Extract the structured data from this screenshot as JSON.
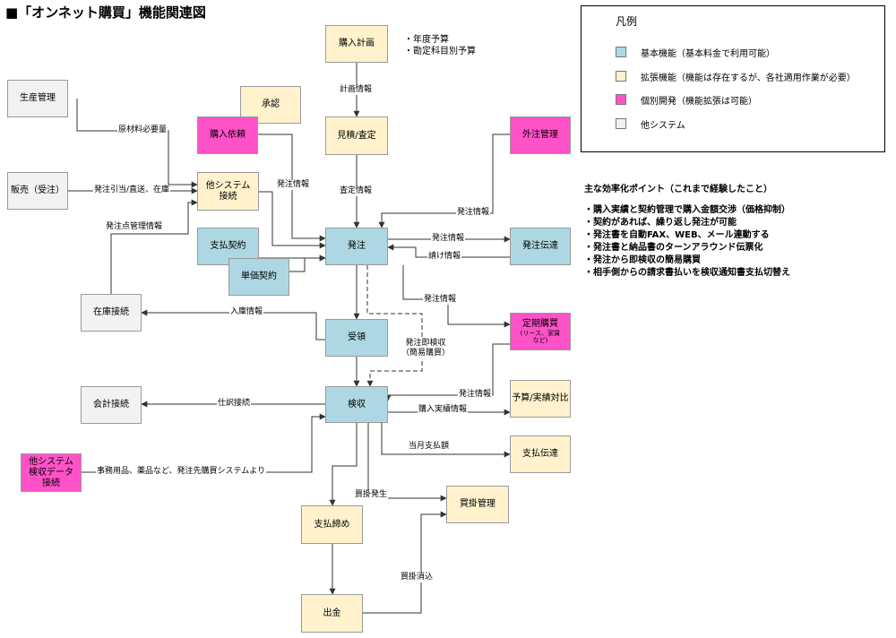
{
  "title": "■「オンネット購買」機能関連図",
  "legend": {
    "title": "凡例",
    "items": [
      {
        "label": "基本機能（基本料金で利用可能）",
        "color": "#add8e3"
      },
      {
        "label": "拡張機能（機能は存在するが、各社適用作業が必要）",
        "color": "#fff2cc"
      },
      {
        "label": "個別開発（機能拡張は可能）",
        "color": "#ff52c8"
      },
      {
        "label": "他システム",
        "color": "#f2f2f2"
      }
    ]
  },
  "nodes": {
    "purchase_plan": "購入計画",
    "production": "生産管理",
    "approval": "承認",
    "purchase_request": "購入依頼",
    "estimate": "見積/査定",
    "outsourcing": "外注管理",
    "sales": "販売（受注）",
    "other_system": "他システム\n接続",
    "payment_contract": "支払契約",
    "unit_price_contract": "単価契約",
    "order": "発注",
    "order_transmission": "発注伝達",
    "inventory": "在庫接続",
    "receiving": "受領",
    "periodic_purchase": "定期購買",
    "periodic_purchase_sub": "(リース、家賃\nなど)",
    "accounting": "会計接続",
    "inspection": "検収",
    "budget_actual": "予算/実績対比",
    "other_inspection": "他システム\n検収データ\n接続",
    "payment_transmission": "支払伝達",
    "payment_closing": "支払締め",
    "ap_management": "買掛管理",
    "disbursement": "出金"
  },
  "notes": {
    "budget": "・年度予算\n・勘定科目別予算"
  },
  "edge_labels": {
    "plan_info": "計画情報",
    "materials": "原材料必要量",
    "order_info_request": "発注情報",
    "assessment_info": "査定情報",
    "order_info_outsourcing": "発注情報",
    "sales_link": "発注引当/直送、在庫",
    "reorder_point": "発注点管理情報",
    "order_info_transmit": "発注情報",
    "acceptance_info": "請け情報",
    "order_info_periodic": "発注情報",
    "immediate_inspection": "発注即検収\n（簡易購買）",
    "receipt_info": "入庫情報",
    "order_info_inspection": "発注情報",
    "journal_link": "仕訳接続",
    "purchase_results": "購入実績情報",
    "monthly_payment": "当月支払額",
    "other_inspection_src": "事務用品、薬品など、発注先購買システムより",
    "ap_occurrence": "買掛発生",
    "ap_clearing": "買掛消込"
  },
  "points": {
    "title": "主な効率化ポイント（これまで経験したこと）",
    "items": [
      "・購入実績と契約管理で購入金額交渉（価格抑制）",
      "・契約があれば、繰り返し発注が可能",
      "・発注書を自動FAX、WEB、メール連動する",
      "・発注書と納品書のターンアラウンド伝票化",
      "・発注から即検収の簡易購買",
      "・相手側からの請求書払いを検収通知書支払切替え"
    ]
  }
}
